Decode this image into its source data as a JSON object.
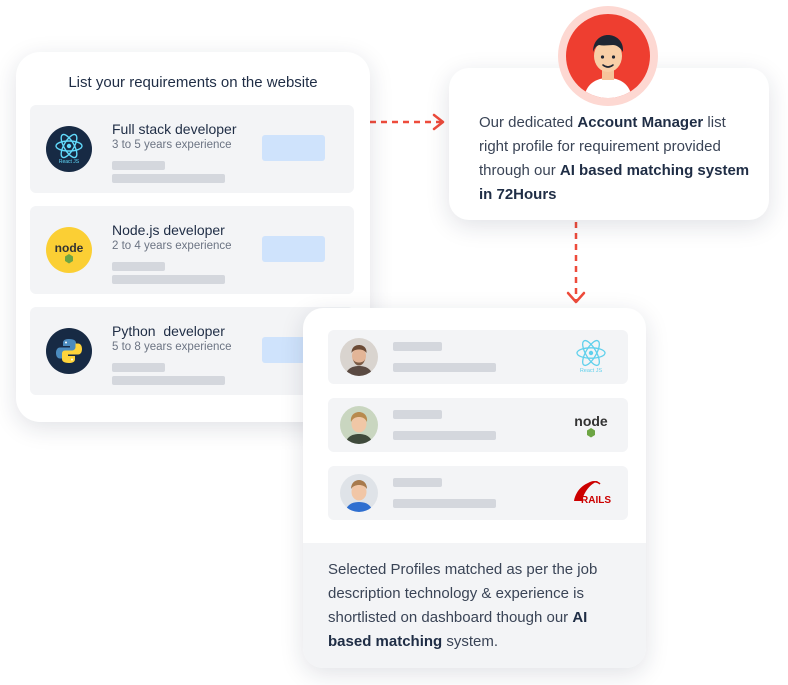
{
  "requirements": {
    "title": "List your requirements on the website",
    "items": [
      {
        "name": "Full stack developer",
        "experience": "3 to 5 years experience",
        "logo": "react-icon",
        "logo_text": "React JS"
      },
      {
        "name": "Node.js developer",
        "experience": "2 to 4 years experience",
        "logo": "nodejs-icon",
        "logo_text": "node"
      },
      {
        "name": "Python  developer",
        "experience": "5 to 8 years experience",
        "logo": "python-icon"
      }
    ]
  },
  "manager": {
    "text_1": "Our dedicated ",
    "bold_1": "Account Manager",
    "text_2": "  list right profile for requirement provided through our ",
    "bold_2": "AI based matching system in 72Hours"
  },
  "profiles": {
    "items": [
      {
        "tech": "react-icon",
        "tech_text": "React JS"
      },
      {
        "tech": "nodejs-icon",
        "tech_text": "node"
      },
      {
        "tech": "rails-icon",
        "tech_text": "RAILS"
      }
    ],
    "text_1": "Selected Profiles matched  as per the job description technology & experience is shortlisted on dashboard though our ",
    "bold_1": "AI based matching",
    "text_2": " system."
  },
  "colors": {
    "accent_red": "#ee3e30",
    "navy": "#1f2d45",
    "placeholder_blue": "#cfe3fc",
    "row_bg": "#f3f4f6"
  }
}
